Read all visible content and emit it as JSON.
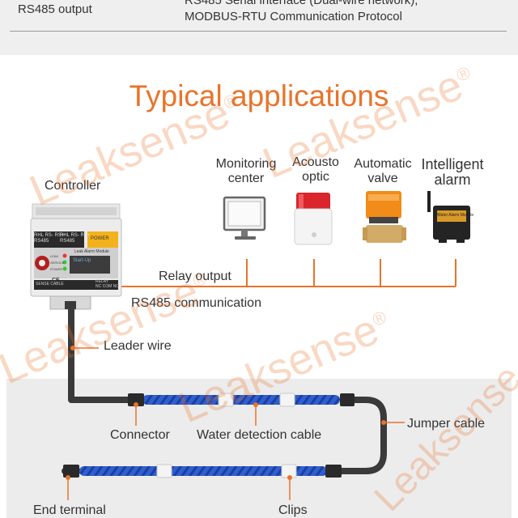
{
  "spec_row": {
    "label": "RS485 output",
    "value_line1": "RS485 Serial interface (Dual-wire network),",
    "value_line2": "MODBUS-RTU Communication Protocol"
  },
  "title": "Typical applications",
  "labels": {
    "controller": "Controller",
    "monitoring_line1": "Monitoring",
    "monitoring_line2": "center",
    "acousto_line1": "Acousto",
    "acousto_line2": "optic",
    "valve_line1": "Automatic",
    "valve_line2": "valve",
    "alarm_line1": "Intelligent",
    "alarm_line2": "alarm",
    "relay_output": "Relay output",
    "rs485_comm": "RS485 communication",
    "leader_wire": "Leader wire",
    "connector": "Connector",
    "water_cable": "Water detection cable",
    "jumper_cable": "Jumper cable",
    "end_terminal": "End terminal",
    "clips": "Clips"
  },
  "device": {
    "module_name": "Leak Alarm Module",
    "screen_text": "Start-Up",
    "led_labels": [
      "LEAK",
      "SERVICE",
      "POWER"
    ],
    "terminal_left_top": "RHL RS- RS+",
    "terminal_left_bottom": "RS485",
    "terminal_right_top": "RHL RS- RS+",
    "terminal_right_bottom": "RS485",
    "power_top": "POWER",
    "sense_cable": "SENSE CABLE",
    "relay_label": "RELAY",
    "relay_pins": "NC COM NO",
    "ce_mark": "CE"
  },
  "alarm_device_text": "Water Alarm Module",
  "watermark": {
    "text": "Leaksense",
    "mark": "®"
  },
  "colors": {
    "accent": "#e8742b",
    "cable_blue": "#2f5fd0",
    "cable_dark": "#3a3a3a",
    "text": "#333333"
  }
}
